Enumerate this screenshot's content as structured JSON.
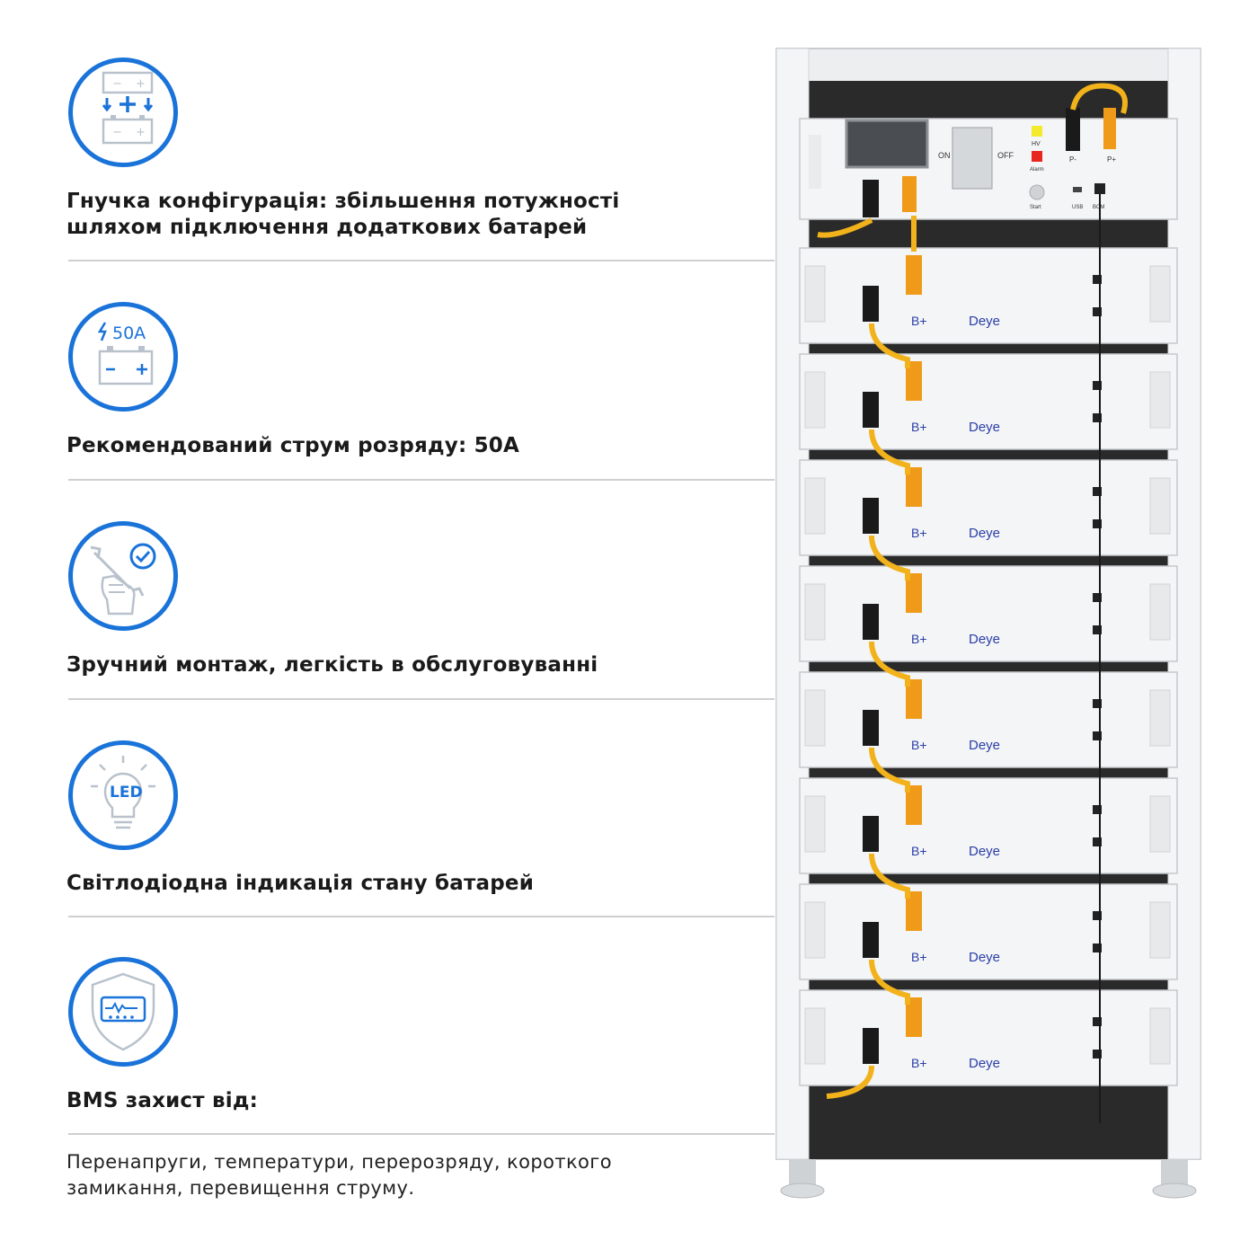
{
  "features": [
    {
      "title": "Гнучка конфігурація: збільшення потужності шляхом підключення додаткових батарей",
      "icon": "battery-connect-icon"
    },
    {
      "title": "Рекомендований струм розряду: 50А",
      "icon": "battery-current-icon",
      "icon_text": "50A"
    },
    {
      "title": "Зручний монтаж, легкість в обслуговуванні",
      "icon": "wrench-hand-icon"
    },
    {
      "title": "Світлодіодна індикація стану батарей",
      "icon": "led-bulb-icon",
      "icon_text": "LED"
    },
    {
      "title": "BMS захист від:",
      "icon": "shield-monitor-icon"
    }
  ],
  "bms_description": "Перенапруги, температури, перерозряду, короткого замикання, перевищення струму.",
  "rack": {
    "control_unit": {
      "on_label": "ON",
      "off_label": "OFF",
      "hv_label": "HV",
      "alarm_label": "Alarm",
      "start_label": "Start",
      "usb_label": "USB",
      "bcm_label": "BCM",
      "p_minus_label": "P-",
      "p_plus_label": "P+"
    },
    "module_brand": "Deye",
    "module_terminal": "B+",
    "module_count": 8
  },
  "colors": {
    "accent": "#1a73d9",
    "cable_yellow": "#f2b21b",
    "connector_orange": "#f09a1a",
    "brand_text": "#2a3ea8"
  }
}
